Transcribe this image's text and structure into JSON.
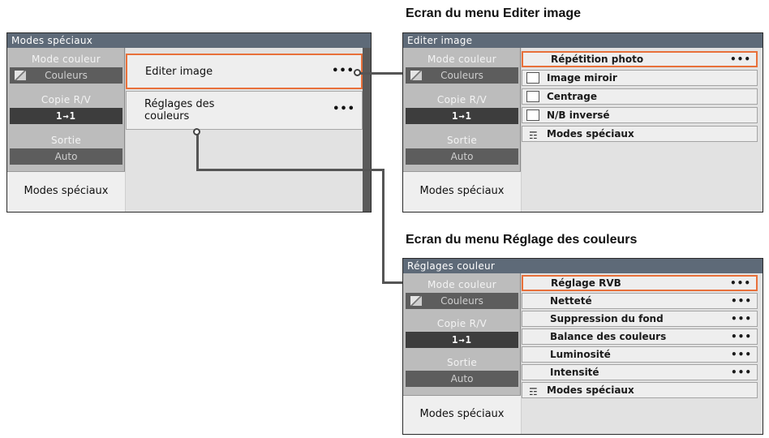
{
  "captions": {
    "editer": "Ecran du menu Editer image",
    "reglage": "Ecran du menu Réglage des couleurs"
  },
  "left_column": {
    "mode_couleur": "Mode couleur",
    "couleurs": "Couleurs",
    "copie_rv": "Copie R/V",
    "copie_icon": "1→1",
    "sortie": "Sortie",
    "auto": "Auto",
    "modes_speciaux": "Modes spéciaux"
  },
  "main_panel": {
    "title": "Modes spéciaux",
    "items": [
      {
        "label": "Editer image",
        "dots": "•••"
      },
      {
        "label": "Réglages des couleurs",
        "dots": "•••"
      }
    ]
  },
  "editer_panel": {
    "title": "Editer image",
    "items": [
      {
        "label": "Répétition photo",
        "dots": "•••"
      },
      {
        "label": "Image miroir"
      },
      {
        "label": "Centrage"
      },
      {
        "label": "N/B inversé"
      },
      {
        "label": "Modes spéciaux"
      }
    ]
  },
  "reglage_panel": {
    "title": "Réglages couleur",
    "items": [
      {
        "label": "Réglage RVB",
        "dots": "•••"
      },
      {
        "label": "Netteté",
        "dots": "•••"
      },
      {
        "label": "Suppression du fond",
        "dots": "•••"
      },
      {
        "label": "Balance des couleurs",
        "dots": "•••"
      },
      {
        "label": "Luminosité",
        "dots": "•••"
      },
      {
        "label": "Intensité",
        "dots": "•••"
      },
      {
        "label": "Modes spéciaux"
      }
    ]
  },
  "colors": {
    "accent": "#e8703a",
    "titlebar": "#5e6a78"
  },
  "icons": {
    "back": "return-menu-icon",
    "checkbox": "checkbox-icon",
    "color": "color-swatch-icon"
  }
}
